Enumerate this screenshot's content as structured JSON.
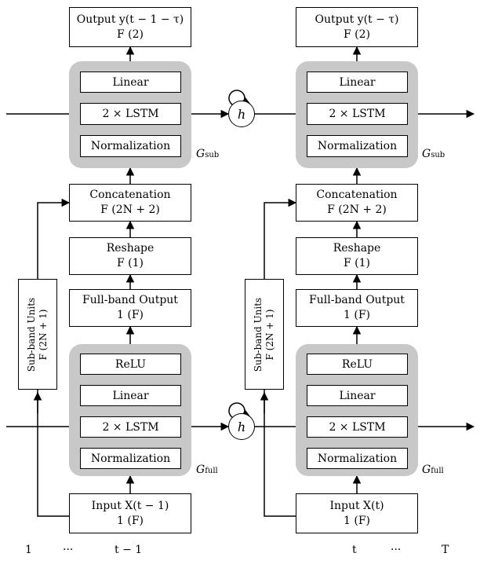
{
  "columns": [
    {
      "output_line1": "Output y(t − 1 − τ)",
      "output_line2": "F (2)",
      "sub_layers": [
        "Linear",
        "2 × LSTM",
        "Normalization"
      ],
      "sub_label": "G",
      "sub_label_sub": "sub",
      "concat_line1": "Concatenation",
      "concat_line2": "F (2N + 2)",
      "reshape_line1": "Reshape",
      "reshape_line2": "F (1)",
      "fb_line1": "Full-band Output",
      "fb_line2": "1 (F)",
      "full_layers": [
        "ReLU",
        "Linear",
        "2 × LSTM",
        "Normalization"
      ],
      "full_label": "G",
      "full_label_sub": "full",
      "sbu_line1": "Sub-band Units",
      "sbu_line2": "F (2N + 1)",
      "input_line1": "Input X(t − 1)",
      "input_line2": "1 (F)"
    },
    {
      "output_line1": "Output y(t − τ)",
      "output_line2": "F (2)",
      "sub_layers": [
        "Linear",
        "2 × LSTM",
        "Normalization"
      ],
      "sub_label": "G",
      "sub_label_sub": "sub",
      "concat_line1": "Concatenation",
      "concat_line2": "F (2N + 2)",
      "reshape_line1": "Reshape",
      "reshape_line2": "F (1)",
      "fb_line1": "Full-band Output",
      "fb_line2": "1 (F)",
      "full_layers": [
        "ReLU",
        "Linear",
        "2 × LSTM",
        "Normalization"
      ],
      "full_label": "G",
      "full_label_sub": "full",
      "sbu_line1": "Sub-band Units",
      "sbu_line2": "F (2N + 1)",
      "input_line1": "Input X(t)",
      "input_line2": "1 (F)"
    }
  ],
  "hidden_state": [
    "h",
    "h"
  ],
  "time_axis": [
    "1",
    "···",
    "t − 1",
    "t",
    "···",
    "T"
  ]
}
